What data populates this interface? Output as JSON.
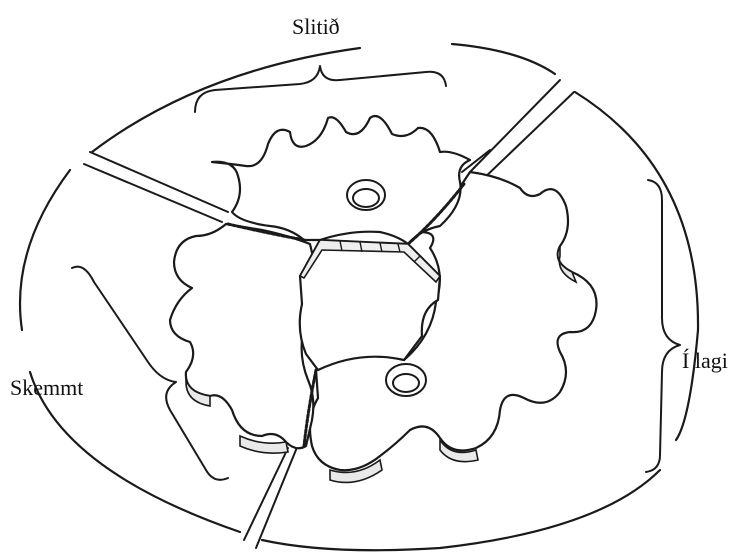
{
  "labels": {
    "top": "Slitið",
    "right": "Í lagi",
    "left": "Skemmt"
  },
  "colors": {
    "line": "#1a1a1a",
    "fill": "#ffffff"
  },
  "icons": {
    "diagram": "worn-sprocket-diagram"
  }
}
